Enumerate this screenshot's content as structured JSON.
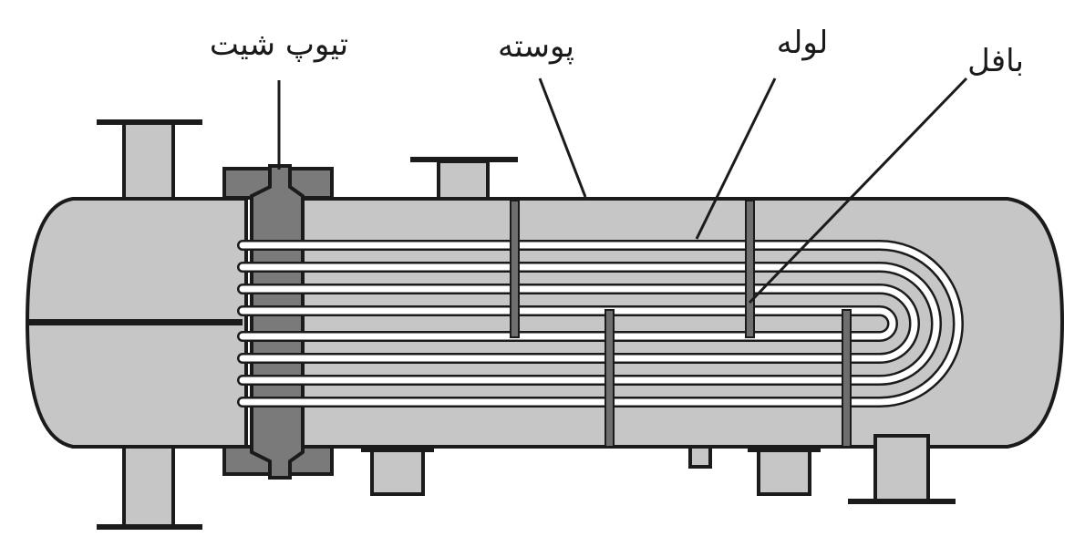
{
  "labels": {
    "tubesheet": "تیوپ شیت",
    "shell": "پوسته",
    "tube": "لوله",
    "baffle": "بافل"
  },
  "colors": {
    "body_fill": "#c6c6c6",
    "outline": "#1b1b1b",
    "tubesheet_fill": "#7a7a7a",
    "tube_fill": "#ffffff",
    "background": "#ffffff"
  }
}
